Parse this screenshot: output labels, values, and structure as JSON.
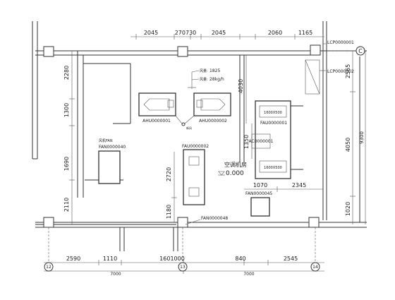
{
  "dimensions_top": [
    "2045",
    "270730",
    "2045",
    "2060",
    "1165"
  ],
  "dimensions_right": [
    "2565",
    "4050",
    "9300",
    "1020"
  ],
  "dimensions_left": [
    "2280",
    "1300",
    "1690",
    "2110"
  ],
  "dimensions_mid": [
    "4030",
    "1350",
    "2720",
    "1180",
    "1070",
    "2345"
  ],
  "dimensions_bottom": [
    "2590",
    "1110",
    "1601000",
    "840",
    "2545",
    "7000",
    "7000"
  ],
  "grid_axes": {
    "left": "12",
    "middle": "13",
    "right": "14",
    "row_c": "C"
  },
  "legend": {
    "line1_prefix": "风量:",
    "line1_value": "1825",
    "line2_prefix": "风量:",
    "line2_value": "28kg/h"
  },
  "equipment": {
    "ahu1": "AHU0000001",
    "ahu2": "AHU0000002",
    "fau1": "FAU0000001",
    "fau2": "FAU0000002",
    "ac": "AC0000001",
    "lcp1": "LCP0000001",
    "lcp2": "LCP0000002",
    "fan_left_label": "风机FAN",
    "fan_left_tag": "FAN0000040",
    "fan_45": "FAN0000045",
    "fan_48": "FAN0000048",
    "box_top": "1600X500",
    "box_bottom": "1600X500",
    "note_small": "新风"
  },
  "room": {
    "name": "空调机房",
    "level": "0.000"
  }
}
